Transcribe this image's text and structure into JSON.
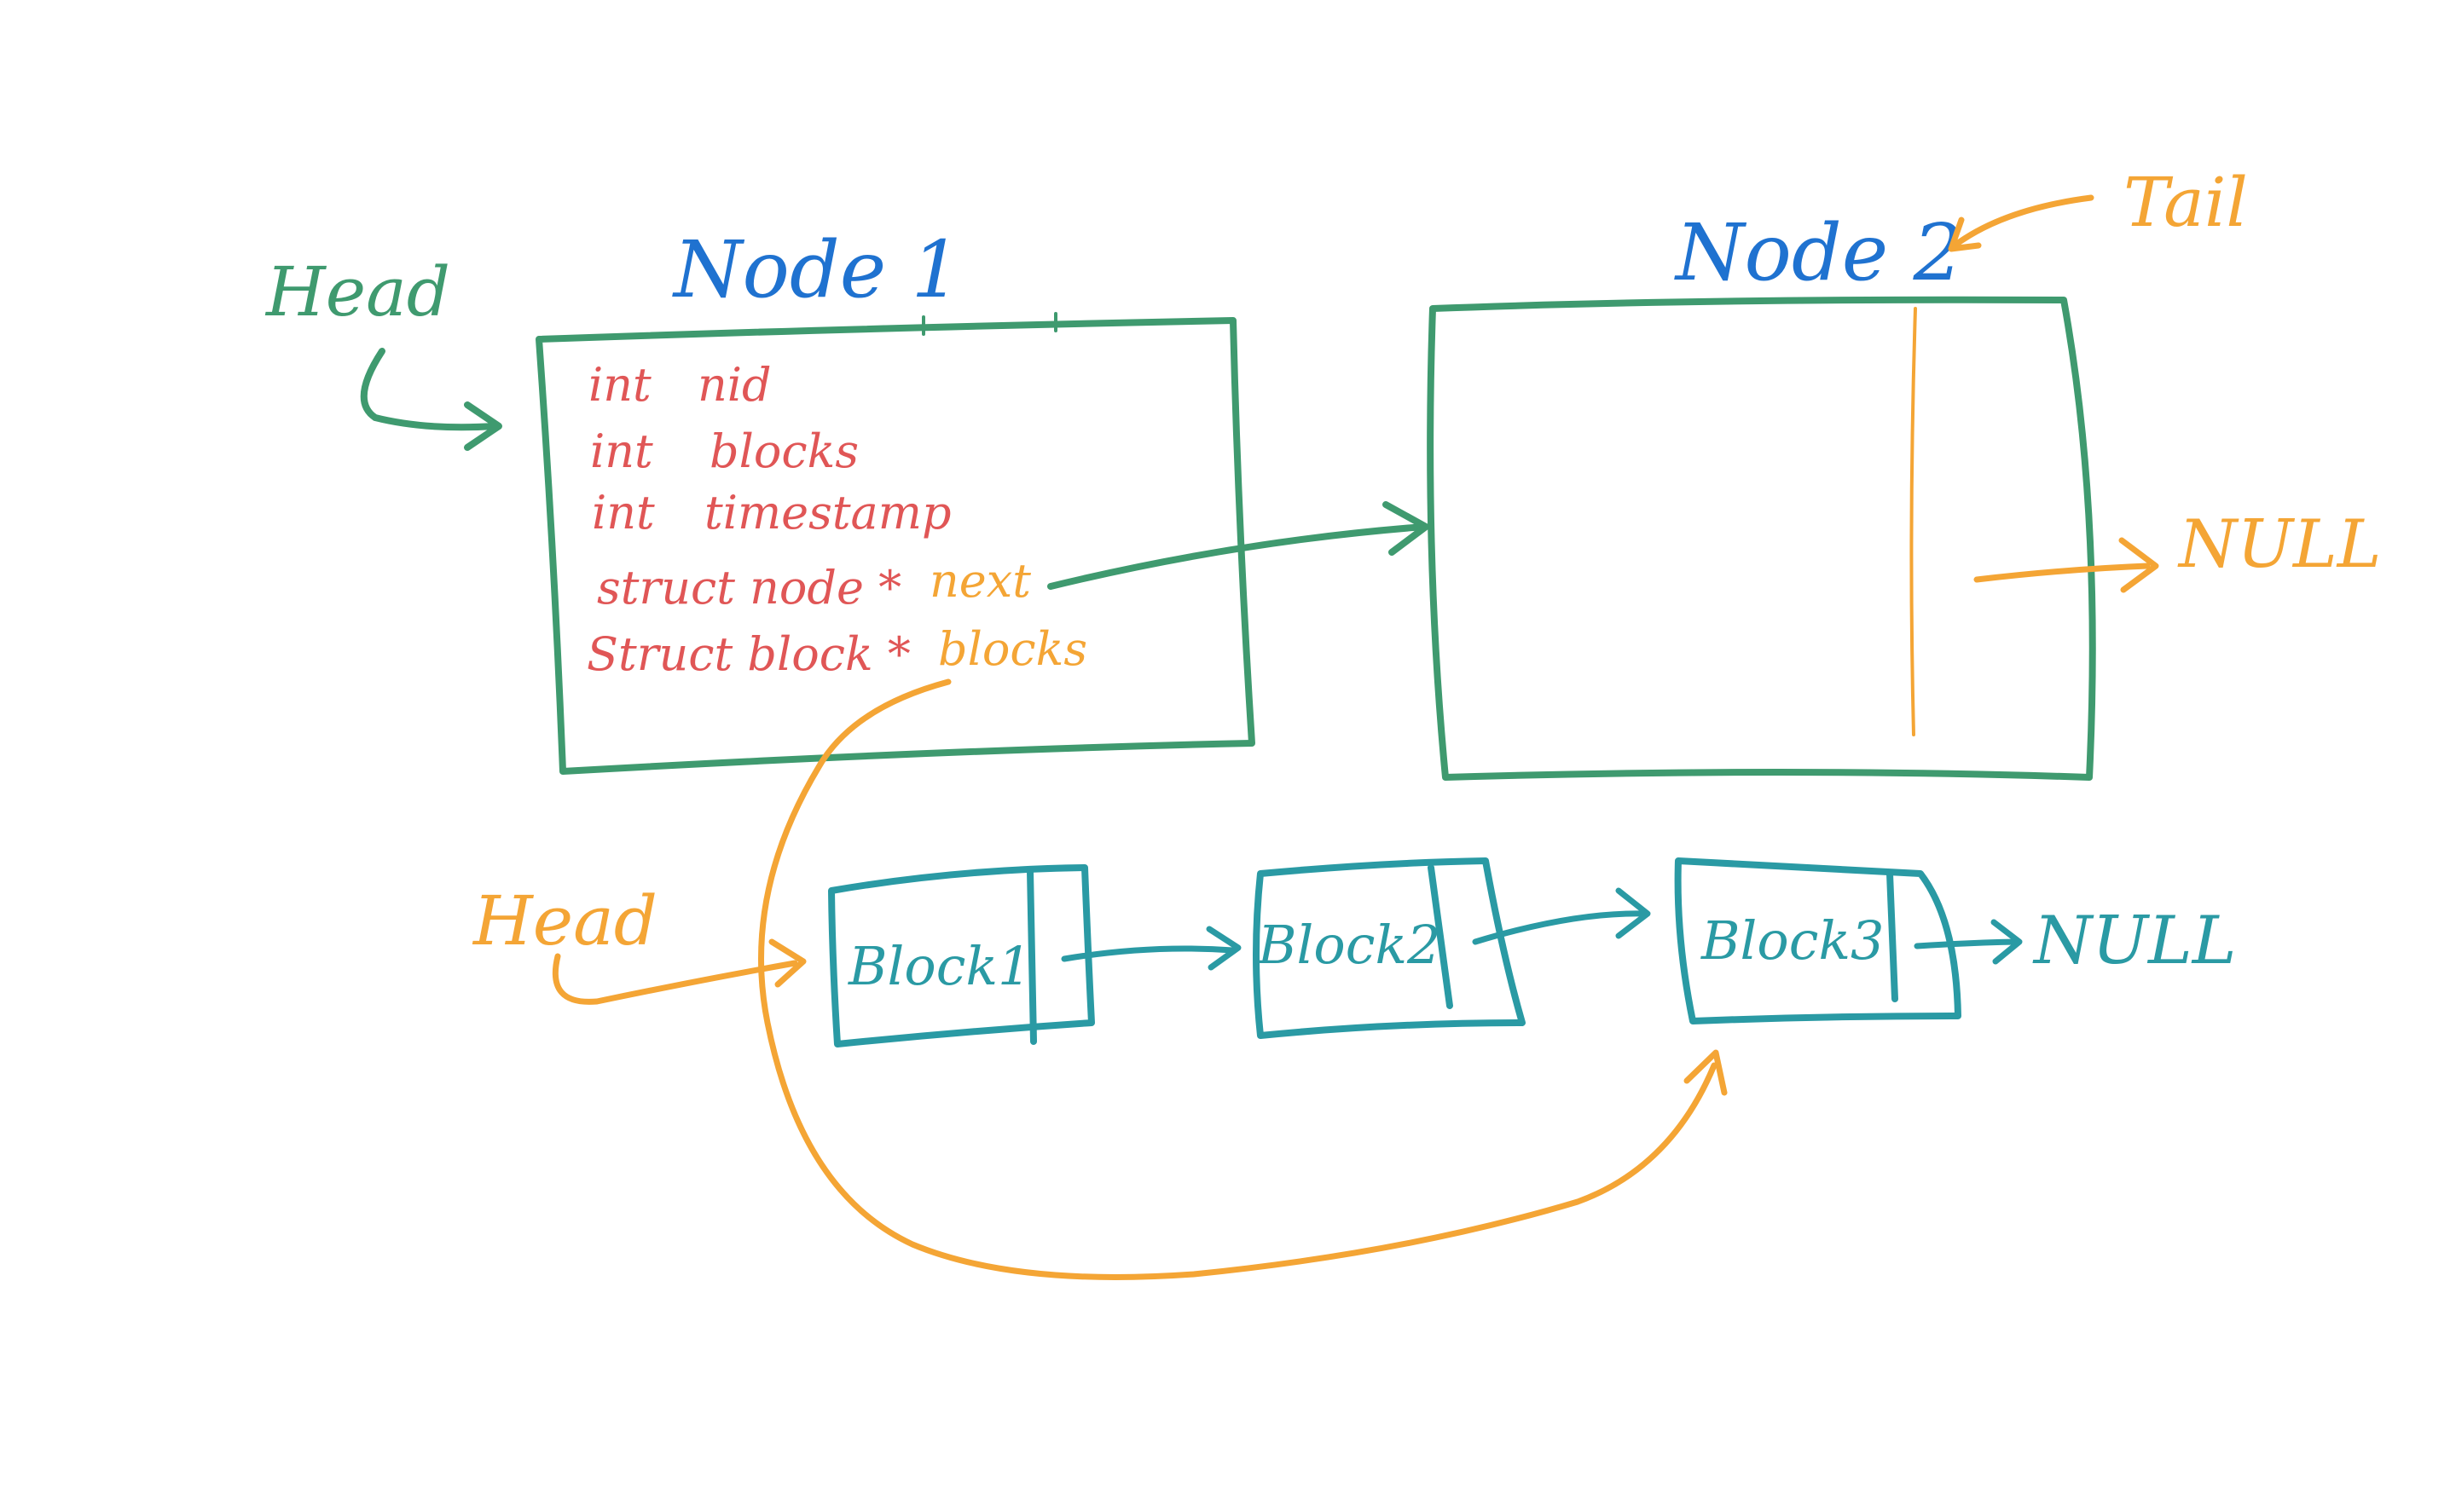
{
  "colors": {
    "node_box": "#3f9a6f",
    "node_title": "#1f72d0",
    "field_text": "#e05656",
    "pointer_orange": "#f4a535",
    "block_teal": "#2a9aa4"
  },
  "labels": {
    "node_head": "Head",
    "tail": "Tail",
    "block_head": "Head",
    "node_null": "NULL",
    "block_null": "NULL"
  },
  "nodes": [
    {
      "title": "Node 1",
      "fields": [
        {
          "type": "int",
          "name": "nid"
        },
        {
          "type": "int",
          "name": "blocks"
        },
        {
          "type": "int",
          "name": "timestamp"
        },
        {
          "type": "struct node *",
          "name": "next"
        },
        {
          "type": "Struct block *",
          "name": "blocks"
        }
      ]
    },
    {
      "title": "Node 2"
    }
  ],
  "blocks": [
    {
      "label": "Block1"
    },
    {
      "label": "Block2"
    },
    {
      "label": "Block3"
    }
  ]
}
